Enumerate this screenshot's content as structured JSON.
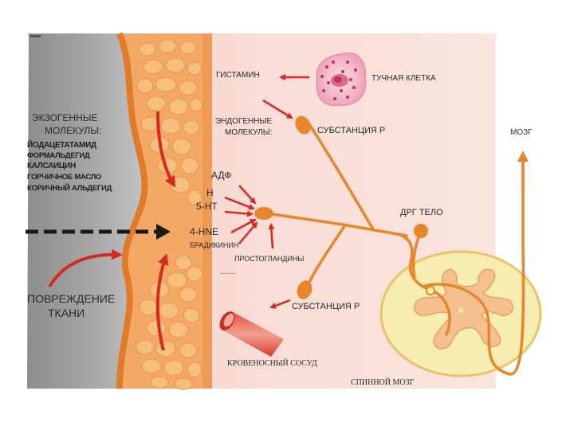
{
  "labels": {
    "exogenous_title_1": "ЭКЗОГЕННЫЕ",
    "exogenous_title_2": "МОЛЕКУЛЫ:",
    "exogenous_items": [
      "ЙОДАЦЕТАТАМИД",
      "ФОРМАЛЬДЕГИД",
      "КАЛСАИЦИН",
      "ГОРЧИЧНОЕ МАСЛО",
      "КОРИЧНЫЙ АЛЬДЕГИД"
    ],
    "histamine": "ГИСТАМИН",
    "mast_cell": "ТУЧНАЯ КЛЕТКА",
    "endogenous_1": "ЭНДОГЕННЫЕ",
    "endogenous_2": "МОЛЕКУЛЫ:",
    "substance_p_top": "СУБСТАНЦИЯ Р",
    "brain": "МОЗГ",
    "adf": "АДФ",
    "h": "Н",
    "ht5": "5-HT",
    "hne4": "4-HNE",
    "bradykinin": "БРАДИКИНИН",
    "prostaglandins": "ПРОСТОГЛАНДИНЫ",
    "ellipsis": "……",
    "drg_body": "ДРГ ТЕЛО",
    "tissue_damage_1": "ПОВРЕЖДЕНИЕ",
    "tissue_damage_2": "ТКАНИ",
    "substance_p_bottom": "СУБСТАНЦИЯ Р",
    "blood_vessel": "КРОВЕНОСНЫЙ СОСУД",
    "spinal_cord": "СПИННОЙ МОЗГ"
  },
  "colors": {
    "arrow_red": "#d42a22",
    "nerve_orange": "#e8862e",
    "skin_orange": "#f3a866",
    "cell_fill": "#f6bf7e",
    "background_pink": "#f8d8d2",
    "gray_exterior": "#9b9b9b",
    "spinal_yellow": "#f8edb0",
    "spinal_gray_matter": "#f5c090",
    "mast_cell_pink": "#f4b8c8"
  }
}
